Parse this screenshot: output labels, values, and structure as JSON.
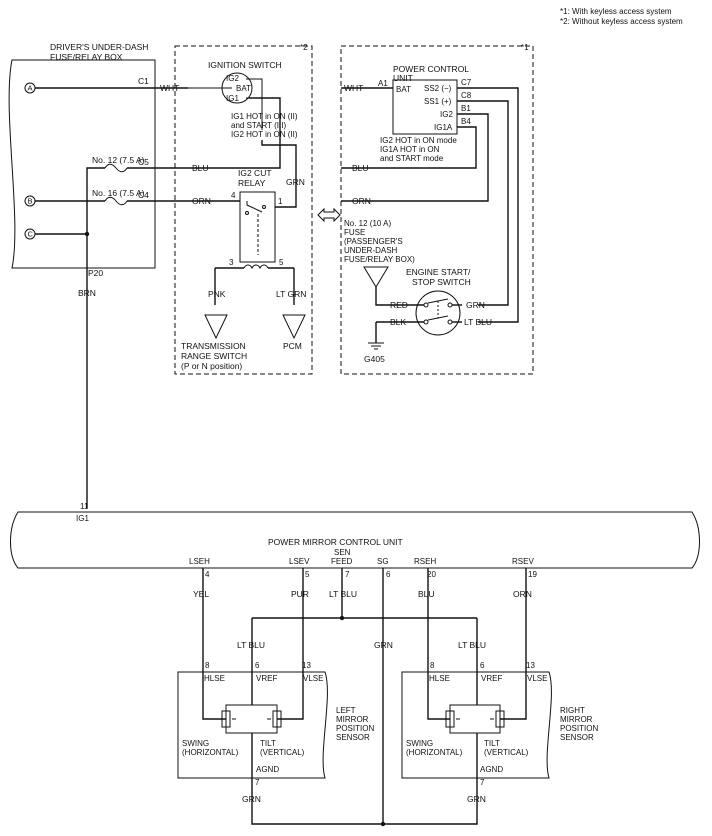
{
  "notes": {
    "n1": "*1: With keyless access system",
    "n2": "*2: Without keyless access system"
  },
  "fuse_box": {
    "title1": "DRIVER'S UNDER-DASH",
    "title2": "FUSE/RELAY BOX",
    "pin_c1": "C1",
    "pin_c5": "C5",
    "pin_c4": "C4",
    "pin_p20": "P20",
    "fuse12": "No. 12 (7.5 A)",
    "fuse16": "No. 16 (7.5 A)",
    "conn_a": "A",
    "conn_b": "B",
    "conn_c": "C"
  },
  "wires": {
    "wht": "WHT",
    "blu": "BLU",
    "orn": "ORN",
    "grn": "GRN",
    "brn": "BRN",
    "pnk": "PNK",
    "ltgrn": "LT GRN",
    "red": "RED",
    "blk": "BLK",
    "ltblu": "LT BLU",
    "yel": "YEL",
    "pur": "PUR"
  },
  "ignition_panel": {
    "marker": "*2",
    "switch_title": "IGNITION SWITCH",
    "ig2": "IG2",
    "bat": "BAT",
    "ig1": "IG1",
    "note1": "IG1 HOT in ON (II)",
    "note2": "and START (III)",
    "note3": "IG2 HOT in ON (II)",
    "relay1": "IG2 CUT",
    "relay2": "RELAY",
    "p4": "4",
    "p1": "1",
    "p3": "3",
    "p5": "5",
    "trans1": "TRANSMISSION",
    "trans2": "RANGE SWITCH",
    "trans3": "(P or N position)",
    "pcm": "PCM"
  },
  "power_panel": {
    "marker": "*1",
    "title1": "POWER CONTROL",
    "title2": "UNIT",
    "a1": "A1",
    "bat": "BAT",
    "ss2": "SS2 (−)",
    "ss1": "SS1 (+)",
    "ig2": "IG2",
    "ig1a": "IG1A",
    "c7": "C7",
    "c8": "C8",
    "b1": "B1",
    "b4": "B4",
    "note1": "IG2 HOT in ON mode",
    "note2": "IG1A HOT in ON",
    "note3": "and START mode",
    "fuse1": "No. 12 (10 A)",
    "fuse2": "FUSE",
    "fuse3": "(PASSENGER'S",
    "fuse4": "UNDER-DASH",
    "fuse5": "FUSE/RELAY BOX)",
    "ess1": "ENGINE START/",
    "ess2": "STOP SWITCH",
    "ground": "G405"
  },
  "mirror_unit": {
    "title": "POWER MIRROR CONTROL UNIT",
    "pin_ig1_num": "11",
    "pin_ig1": "IG1",
    "lseh": "LSEH",
    "lsev": "LSEV",
    "senfeed1": "SEN",
    "senfeed2": "FEED",
    "sg": "SG",
    "rseh": "RSEH",
    "rsev": "RSEV",
    "n4": "4",
    "n5": "5",
    "n7": "7",
    "n6": "6",
    "n20": "20",
    "n19": "19"
  },
  "left_sensor": {
    "p8": "8",
    "p6": "6",
    "p13": "13",
    "p7": "7",
    "hlse": "HLSE",
    "vref": "VREF",
    "vlse": "VLSE",
    "agnd": "AGND",
    "swing1": "SWING",
    "swing2": "(HORIZONTAL)",
    "tilt1": "TILT",
    "tilt2": "(VERTICAL)",
    "name1": "LEFT",
    "name2": "MIRROR",
    "name3": "POSITION",
    "name4": "SENSOR"
  },
  "right_sensor": {
    "p8": "8",
    "p6": "6",
    "p13": "13",
    "p7": "7",
    "hlse": "HLSE",
    "vref": "VREF",
    "vlse": "VLSE",
    "agnd": "AGND",
    "swing1": "SWING",
    "swing2": "(HORIZONTAL)",
    "tilt1": "TILT",
    "tilt2": "(VERTICAL)",
    "name1": "RIGHT",
    "name2": "MIRROR",
    "name3": "POSITION",
    "name4": "SENSOR"
  }
}
